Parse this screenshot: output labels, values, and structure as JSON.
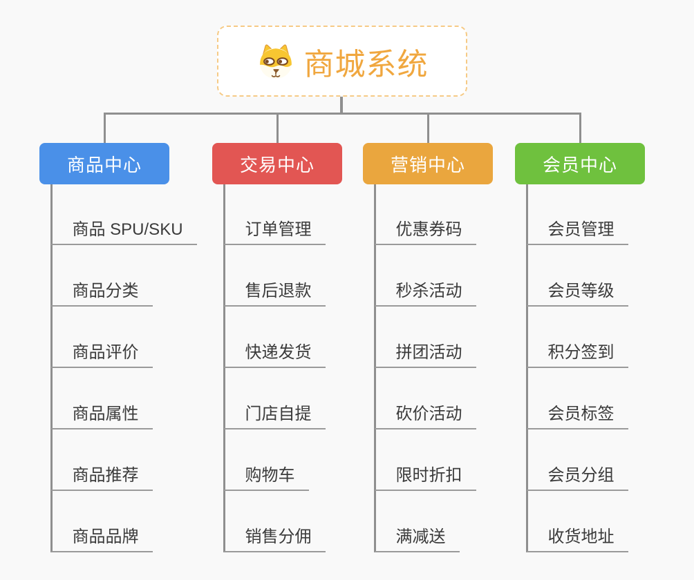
{
  "canvas": {
    "background": "#F9F9F9",
    "connector_color": "#8F8F8F",
    "leaf_text_color": "#3B3B3B",
    "leaf_underline_color": "#9A9A9A"
  },
  "root": {
    "title": "商城系统",
    "icon": "shiba-dog",
    "title_color": "#F0A73F",
    "border_color": "#F6CA85",
    "background": "#FFFFFF"
  },
  "branches": [
    {
      "label": "商品中心",
      "color": "#4A90E8",
      "children": [
        "商品 SPU/SKU",
        "商品分类",
        "商品评价",
        "商品属性",
        "商品推荐",
        "商品品牌"
      ]
    },
    {
      "label": "交易中心",
      "color": "#E25653",
      "children": [
        "订单管理",
        "售后退款",
        "快递发货",
        "门店自提",
        "购物车",
        "销售分佣"
      ]
    },
    {
      "label": "营销中心",
      "color": "#EAA63E",
      "children": [
        "优惠券码",
        "秒杀活动",
        "拼团活动",
        "砍价活动",
        "限时折扣",
        "满减送"
      ]
    },
    {
      "label": "会员中心",
      "color": "#6FC13E",
      "children": [
        "会员管理",
        "会员等级",
        "积分签到",
        "会员标签",
        "会员分组",
        "收货地址"
      ]
    }
  ]
}
